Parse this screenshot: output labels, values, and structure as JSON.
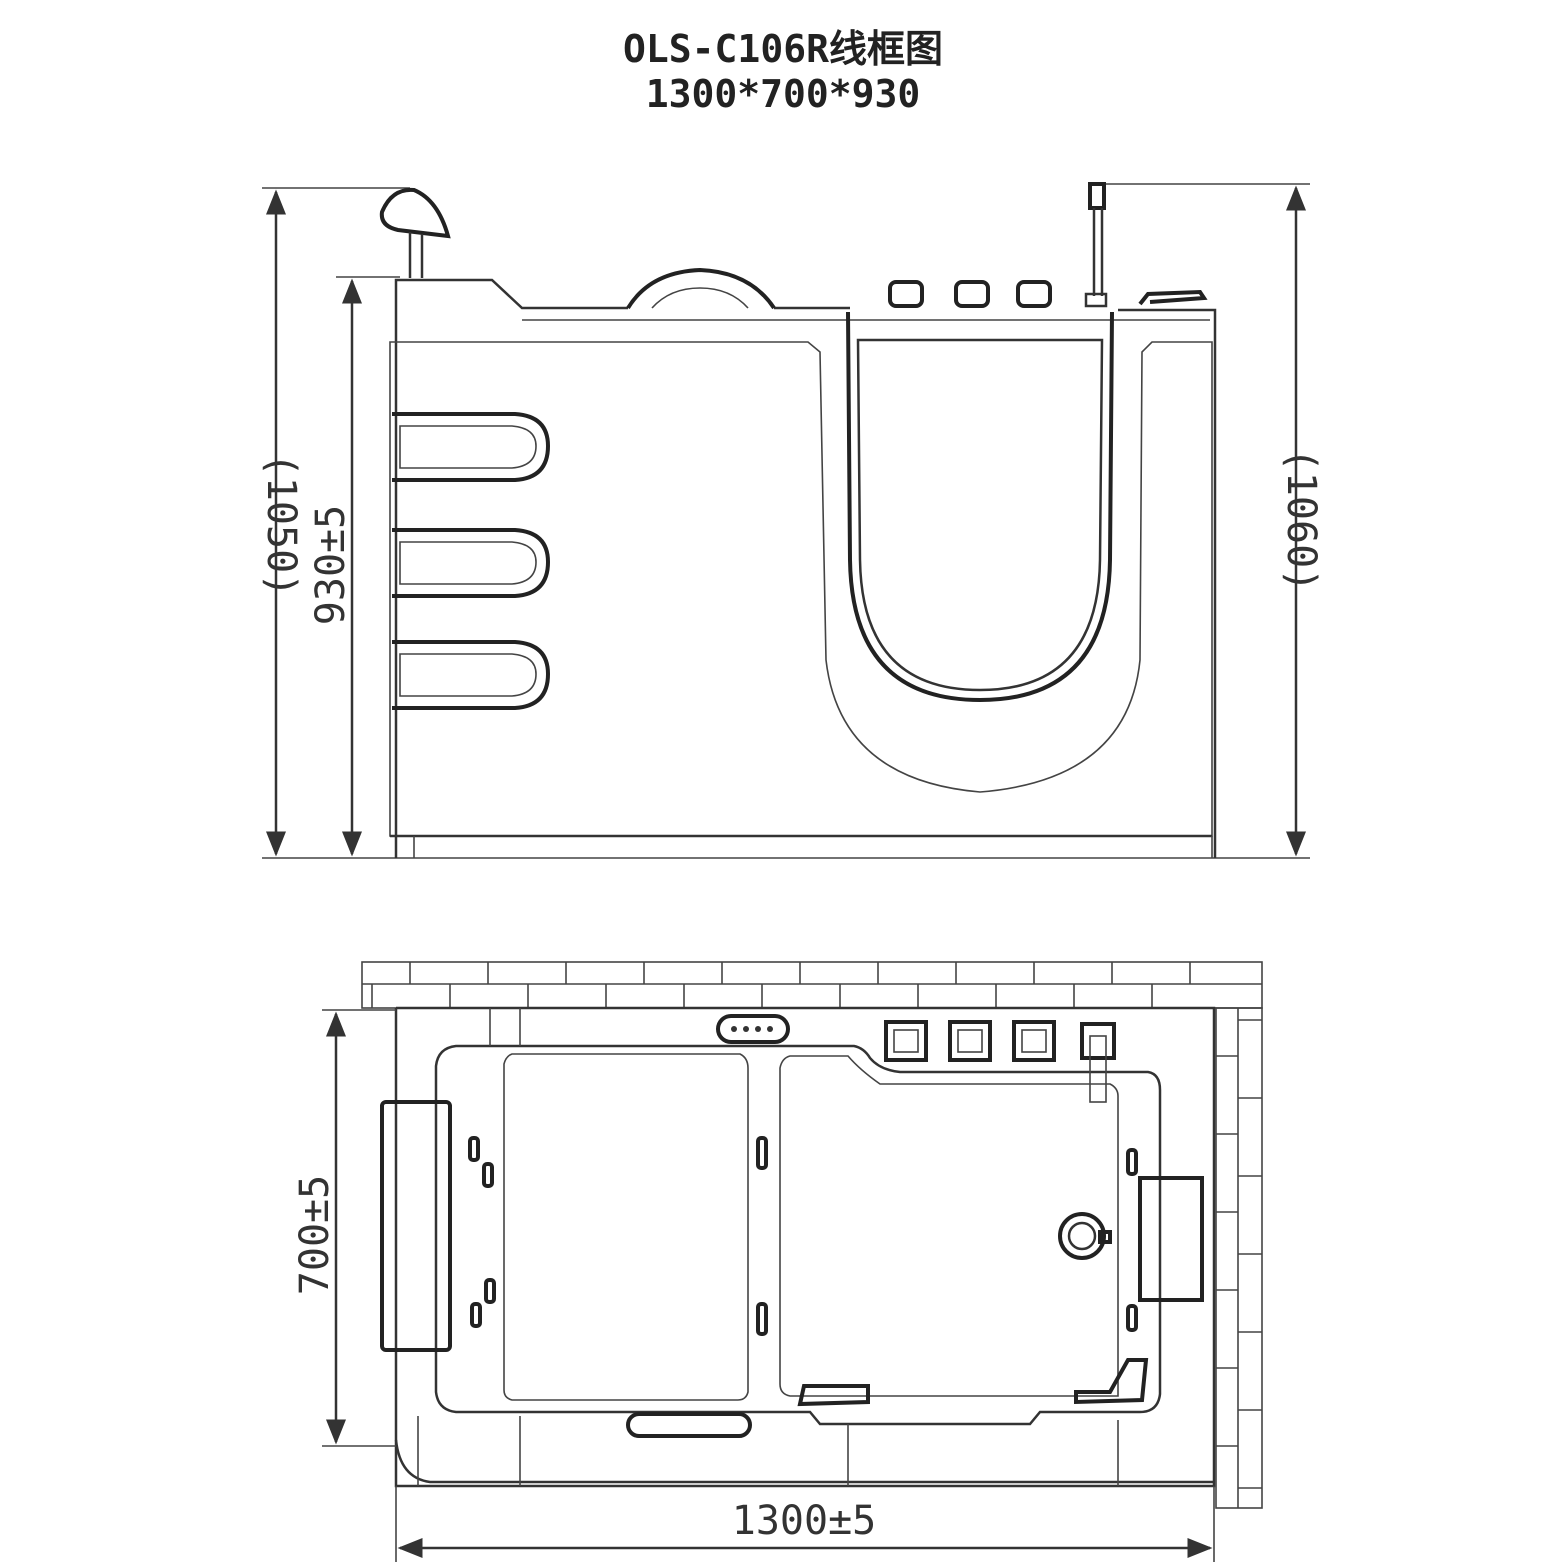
{
  "title": {
    "model": "OLS-C106R线框图",
    "size": "1300*700*930"
  },
  "front_view": {
    "dim_total_left": "(1050)",
    "dim_height": "930±5",
    "dim_total_right": "(1060)"
  },
  "top_view": {
    "dim_depth": "700±5",
    "dim_length": "1300±5"
  }
}
